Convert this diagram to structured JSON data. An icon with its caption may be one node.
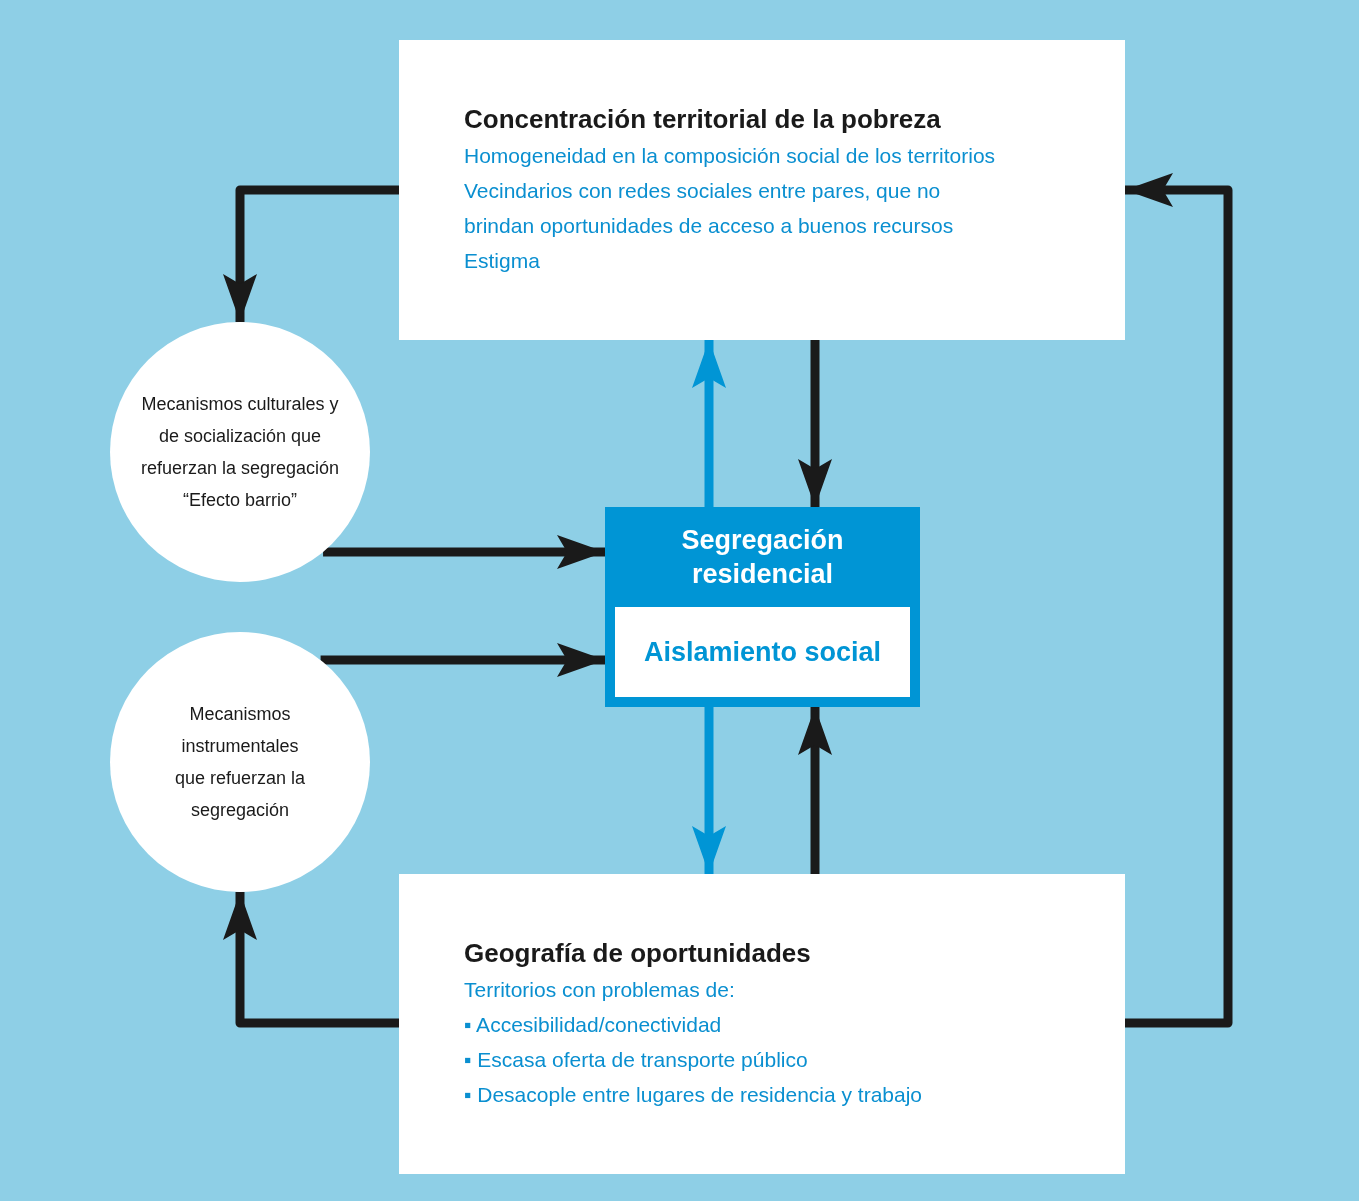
{
  "diagram": {
    "nodes": [
      {
        "text": [
          "Concentración territorial de la pobreza",
          "Homogeneidad en la composición social de los territorios",
          "Vecindarios con redes sociales entre pares, que no brindan oportunidades de acceso a buenos recursos",
          "Estigma"
        ]
      },
      {
        "text": [
          "Mecanismos culturales y de socialización que refuerzan la segregación",
          "“Efecto barrio”"
        ]
      },
      {
        "text": [
          "Segregación residencial"
        ]
      },
      {
        "text": [
          "Aislamiento social"
        ],
        "in": 2
      },
      {
        "text": [
          "Mecanismos instrumentales que refuerzan la segregación"
        ]
      },
      {
        "text": [
          "Geografía de oportunidades",
          "Territorios con problemas de:",
          "▪ Accesibilidad/conectividad",
          "▪ Escasa oferta de transporte público",
          "▪ Desacople entre lugares de residencia y trabajo"
        ]
      }
    ],
    "edges": [
      {
        "from": 0,
        "to": 1,
        "arrow": "to"
      },
      {
        "from": 1,
        "to": 2,
        "arrow": "to"
      },
      {
        "from": 4,
        "to": 2,
        "arrow": "to"
      },
      {
        "from": 5,
        "to": 4,
        "arrow": "to"
      },
      {
        "from": 5,
        "to": 0,
        "arrow": "to"
      },
      {
        "from": 2,
        "to": 0,
        "arrow": "to",
        "color": "#0095d5"
      },
      {
        "from": 0,
        "to": 2,
        "arrow": "to"
      },
      {
        "from": 2,
        "to": 5,
        "arrow": "to",
        "color": "#0095d5"
      },
      {
        "from": 5,
        "to": 2,
        "arrow": "to"
      }
    ]
  }
}
